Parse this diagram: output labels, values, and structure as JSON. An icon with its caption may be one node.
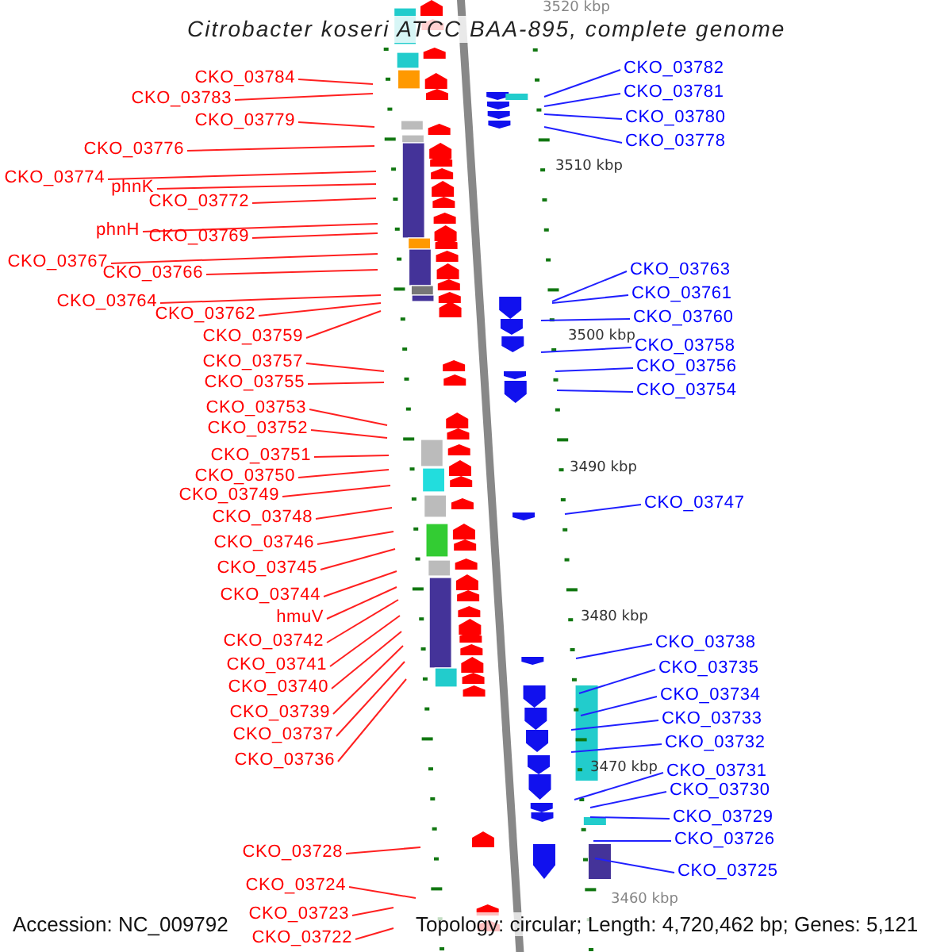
{
  "diagram": {
    "title": "Citrobacter koseri ATCC BAA-895, complete genome",
    "nodes": [
      {
        "text": [
          "CKO_03784"
        ]
      },
      {
        "text": [
          "CKO_03783"
        ]
      },
      {
        "text": [
          "CKO_03779"
        ]
      },
      {
        "text": [
          "CKO_03776"
        ]
      },
      {
        "text": [
          "CKO_03774"
        ]
      },
      {
        "text": [
          "phnK"
        ]
      },
      {
        "text": [
          "CKO_03772"
        ]
      },
      {
        "text": [
          "phnH"
        ]
      },
      {
        "text": [
          "CKO_03769"
        ]
      },
      {
        "text": [
          "CKO_03767"
        ]
      },
      {
        "text": [
          "CKO_03766"
        ]
      },
      {
        "text": [
          "CKO_03764"
        ]
      },
      {
        "text": [
          "CKO_03762"
        ]
      },
      {
        "text": [
          "CKO_03759"
        ]
      },
      {
        "text": [
          "CKO_03757"
        ]
      },
      {
        "text": [
          "CKO_03755"
        ]
      },
      {
        "text": [
          "CKO_03753"
        ]
      },
      {
        "text": [
          "CKO_03752"
        ]
      },
      {
        "text": [
          "CKO_03751"
        ]
      },
      {
        "text": [
          "CKO_03750"
        ]
      },
      {
        "text": [
          "CKO_03749"
        ]
      },
      {
        "text": [
          "CKO_03748"
        ]
      },
      {
        "text": [
          "CKO_03746"
        ]
      },
      {
        "text": [
          "CKO_03745"
        ]
      },
      {
        "text": [
          "CKO_03744"
        ]
      },
      {
        "text": [
          "hmuV"
        ]
      },
      {
        "text": [
          "CKO_03742"
        ]
      },
      {
        "text": [
          "CKO_03741"
        ]
      },
      {
        "text": [
          "CKO_03740"
        ]
      },
      {
        "text": [
          "CKO_03739"
        ]
      },
      {
        "text": [
          "CKO_03737"
        ]
      },
      {
        "text": [
          "CKO_03736"
        ]
      },
      {
        "text": [
          "CKO_03728"
        ]
      },
      {
        "text": [
          "CKO_03724"
        ]
      },
      {
        "text": [
          "CKO_03723"
        ]
      },
      {
        "text": [
          "CKO_03722"
        ]
      },
      {
        "text": [
          "CKO_03782"
        ]
      },
      {
        "text": [
          "CKO_03781"
        ]
      },
      {
        "text": [
          "CKO_03780"
        ]
      },
      {
        "text": [
          "CKO_03778"
        ]
      },
      {
        "text": [
          "CKO_03763"
        ]
      },
      {
        "text": [
          "CKO_03761"
        ]
      },
      {
        "text": [
          "CKO_03760"
        ]
      },
      {
        "text": [
          "CKO_03758"
        ]
      },
      {
        "text": [
          "CKO_03756"
        ]
      },
      {
        "text": [
          "CKO_03754"
        ]
      },
      {
        "text": [
          "CKO_03747"
        ]
      },
      {
        "text": [
          "CKO_03738"
        ]
      },
      {
        "text": [
          "CKO_03735"
        ]
      },
      {
        "text": [
          "CKO_03734"
        ]
      },
      {
        "text": [
          "CKO_03733"
        ]
      },
      {
        "text": [
          "CKO_03732"
        ]
      },
      {
        "text": [
          "CKO_03731"
        ]
      },
      {
        "text": [
          "CKO_03730"
        ]
      },
      {
        "text": [
          "CKO_03729"
        ]
      },
      {
        "text": [
          "CKO_03726"
        ]
      },
      {
        "text": [
          "CKO_03725"
        ]
      }
    ],
    "edges": [
      {
        "from": 0,
        "to": null,
        "arrow": "none"
      },
      {
        "from": 1,
        "to": null,
        "arrow": "none"
      },
      {
        "from": 2,
        "to": null,
        "arrow": "none"
      },
      {
        "from": 3,
        "to": null,
        "arrow": "none"
      },
      {
        "from": 4,
        "to": null,
        "arrow": "none"
      },
      {
        "from": 5,
        "to": null,
        "arrow": "none"
      },
      {
        "from": 6,
        "to": null,
        "arrow": "none"
      },
      {
        "from": 7,
        "to": null,
        "arrow": "none"
      },
      {
        "from": 8,
        "to": null,
        "arrow": "none"
      },
      {
        "from": 9,
        "to": null,
        "arrow": "none"
      },
      {
        "from": 10,
        "to": null,
        "arrow": "none"
      },
      {
        "from": 11,
        "to": null,
        "arrow": "none"
      },
      {
        "from": 12,
        "to": null,
        "arrow": "none"
      },
      {
        "from": 13,
        "to": null,
        "arrow": "none"
      },
      {
        "from": 14,
        "to": null,
        "arrow": "none"
      },
      {
        "from": 15,
        "to": null,
        "arrow": "none"
      },
      {
        "from": 16,
        "to": null,
        "arrow": "none"
      },
      {
        "from": 17,
        "to": null,
        "arrow": "none"
      },
      {
        "from": 18,
        "to": null,
        "arrow": "none"
      },
      {
        "from": 19,
        "to": null,
        "arrow": "none"
      },
      {
        "from": 20,
        "to": null,
        "arrow": "none"
      },
      {
        "from": 21,
        "to": null,
        "arrow": "none"
      },
      {
        "from": 22,
        "to": null,
        "arrow": "none"
      },
      {
        "from": 23,
        "to": null,
        "arrow": "none"
      },
      {
        "from": 24,
        "to": null,
        "arrow": "none"
      },
      {
        "from": 25,
        "to": null,
        "arrow": "none"
      },
      {
        "from": 26,
        "to": null,
        "arrow": "none"
      },
      {
        "from": 27,
        "to": null,
        "arrow": "none"
      },
      {
        "from": 28,
        "to": null,
        "arrow": "none"
      },
      {
        "from": 29,
        "to": null,
        "arrow": "none"
      },
      {
        "from": 30,
        "to": null,
        "arrow": "none"
      },
      {
        "from": 31,
        "to": null,
        "arrow": "none"
      },
      {
        "from": 32,
        "to": null,
        "arrow": "none"
      },
      {
        "from": 33,
        "to": null,
        "arrow": "none"
      },
      {
        "from": 34,
        "to": null,
        "arrow": "none"
      },
      {
        "from": 35,
        "to": null,
        "arrow": "none"
      },
      {
        "from": 36,
        "to": null,
        "arrow": "none",
        "color": "#2020ff"
      },
      {
        "from": 37,
        "to": null,
        "arrow": "none",
        "color": "#2020ff"
      },
      {
        "from": 38,
        "to": null,
        "arrow": "none",
        "color": "#2020ff"
      },
      {
        "from": 39,
        "to": null,
        "arrow": "none",
        "color": "#2020ff"
      },
      {
        "from": 40,
        "to": null,
        "arrow": "none",
        "color": "#2020ff"
      },
      {
        "from": 41,
        "to": null,
        "arrow": "none",
        "color": "#2020ff"
      },
      {
        "from": 42,
        "to": null,
        "arrow": "none",
        "color": "#2020ff"
      },
      {
        "from": 43,
        "to": null,
        "arrow": "none",
        "color": "#2020ff"
      },
      {
        "from": 44,
        "to": null,
        "arrow": "none",
        "color": "#2020ff"
      },
      {
        "from": 45,
        "to": null,
        "arrow": "none",
        "color": "#2020ff"
      },
      {
        "from": 46,
        "to": null,
        "arrow": "none",
        "color": "#2020ff"
      },
      {
        "from": 47,
        "to": null,
        "arrow": "none",
        "color": "#2020ff"
      },
      {
        "from": 48,
        "to": null,
        "arrow": "none",
        "color": "#2020ff"
      },
      {
        "from": 49,
        "to": null,
        "arrow": "none",
        "color": "#2020ff"
      },
      {
        "from": 50,
        "to": null,
        "arrow": "none",
        "color": "#2020ff"
      },
      {
        "from": 51,
        "to": null,
        "arrow": "none",
        "color": "#2020ff"
      },
      {
        "from": 52,
        "to": null,
        "arrow": "none",
        "color": "#2020ff"
      },
      {
        "from": 53,
        "to": null,
        "arrow": "none",
        "color": "#2020ff"
      },
      {
        "from": 54,
        "to": null,
        "arrow": "none",
        "color": "#2020ff"
      },
      {
        "from": 55,
        "to": null,
        "arrow": "none",
        "color": "#2020ff"
      },
      {
        "from": 56,
        "to": null,
        "arrow": "none",
        "color": "#2020ff"
      }
    ],
    "labels": [
      "3520 kbp",
      "3510 kbp",
      "3500 kbp",
      "3490 kbp",
      "3480 kbp",
      "3470 kbp",
      "3460 kbp",
      "Accession: NC_009792",
      "Topology: circular; Length: 4,720,462 bp; Genes: 5,121"
    ]
  }
}
